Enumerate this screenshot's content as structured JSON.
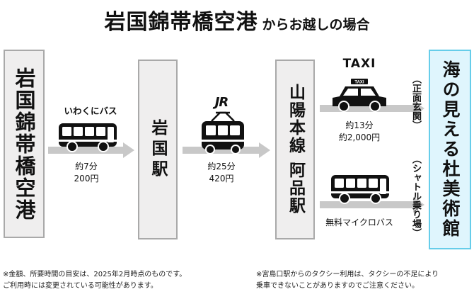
{
  "title": {
    "main": "岩国錦帯橋空港",
    "sub": "からお越しの場合"
  },
  "stations": {
    "start": "岩国錦帯橋空港",
    "iwakuni": "岩国駅",
    "sanyo": "山陽本線 阿品駅",
    "museum": "海の見える杜美術館"
  },
  "segments": {
    "bus1": {
      "name": "いわくにバス",
      "time": "約7分",
      "fare": "200円",
      "icon": "bus-icon"
    },
    "jr": {
      "name": "JR",
      "time": "約25分",
      "fare": "420円",
      "icon": "train-icon"
    },
    "taxi": {
      "name": "TAXI",
      "sign": "TAXI",
      "time": "約13分",
      "fare": "約2,000円",
      "dest_note": "（正面玄関）",
      "icon": "taxi-icon"
    },
    "shuttle": {
      "name": "無料マイクロバス",
      "dest_note": "（シャトル乗り場）",
      "icon": "bus-icon"
    }
  },
  "footnotes": {
    "left_1": "※金額、所要時間の目安は、2025年2月時点のものです。",
    "left_2": "ご利用時には変更されている可能性があります。",
    "right_1": "※宮島口駅からのタクシー利用は、タクシーの不足により",
    "right_2": "乗車できないことがありますのでご注意ください。"
  },
  "colors": {
    "box_fill": "#efeeee",
    "box_border": "#a9a9a9",
    "museum_fill": "#dff5fd",
    "museum_border": "#66cdea",
    "arrow": "#c8c8c8"
  }
}
